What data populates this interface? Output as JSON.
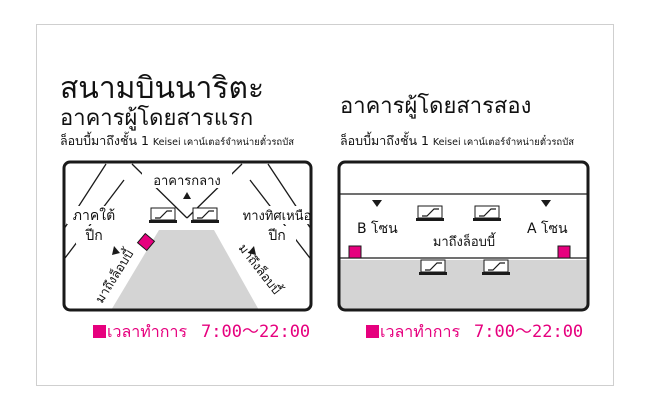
{
  "airport_name": "สนามบินนาริตะ",
  "terminal1": {
    "title": "อาคารผู้โดยสารแรก",
    "subtitle_main": "ล็อบบี้มาถึงชั้น 1",
    "subtitle_small": "Keisei เคาน์เตอร์จำหน่ายตั๋วรถบัส",
    "central_building": "อาคารกลาง",
    "south_wing": "ภาคใต้",
    "north_wing": "ทางทิศเหนือ",
    "wing_suffix": "ปีก",
    "arrival_lobby_left": "มาถึงล็อบบี้",
    "arrival_lobby_right": "มาถึงล็อบบี้",
    "hours_label": "เวลาทำการ",
    "hours_time": "7:00〜22:00"
  },
  "terminal2": {
    "title": "อาคารผู้โดยสารสอง",
    "subtitle_main": "ล็อบบี้มาถึงชั้น 1",
    "subtitle_small": "Keisei เคาน์เตอร์จำหน่ายตั๋วรถบัส",
    "zone_b": "B โซน",
    "zone_a": "A โซน",
    "arrival_lobby": "มาถึงล็อบบี้",
    "hours_label": "เวลาทำการ",
    "hours_time": "7:00〜22:00"
  },
  "colors": {
    "accent": "#e6007e",
    "floor_gray": "#d4d4d4",
    "outline": "#1a1a1a"
  },
  "icons": [
    "escalator-icon",
    "counter-marker-icon",
    "direction-arrow-icon"
  ]
}
